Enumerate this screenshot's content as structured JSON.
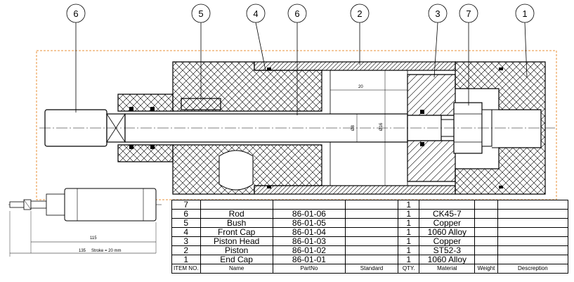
{
  "balloons": [
    "6",
    "5",
    "4",
    "6",
    "2",
    "3",
    "7",
    "1"
  ],
  "dimensions": {
    "length_main": "20",
    "dia_small": "Ø8",
    "dia_large": "Ø16",
    "small_length": "115",
    "small_total": "135",
    "stroke": "Stroke = 20 mm"
  },
  "bom": {
    "headers": [
      "ITEM NO.",
      "Name",
      "PartNo",
      "Standard",
      "QTY.",
      "Material",
      "Weight",
      "Descreption"
    ],
    "rows": [
      {
        "item": "7",
        "name": "",
        "partno": "",
        "standard": "",
        "qty": "1",
        "material": "",
        "weight": "",
        "desc": ""
      },
      {
        "item": "6",
        "name": "Rod",
        "partno": "86-01-06",
        "standard": "",
        "qty": "1",
        "material": "CK45-7",
        "weight": "",
        "desc": ""
      },
      {
        "item": "5",
        "name": "Bush",
        "partno": "86-01-05",
        "standard": "",
        "qty": "1",
        "material": "Copper",
        "weight": "",
        "desc": ""
      },
      {
        "item": "4",
        "name": "Front Cap",
        "partno": "86-01-04",
        "standard": "",
        "qty": "1",
        "material": "1060 Alloy",
        "weight": "",
        "desc": ""
      },
      {
        "item": "3",
        "name": "Piston Head",
        "partno": "86-01-03",
        "standard": "",
        "qty": "1",
        "material": "Copper",
        "weight": "",
        "desc": ""
      },
      {
        "item": "2",
        "name": "Piston",
        "partno": "86-01-02",
        "standard": "",
        "qty": "1",
        "material": "ST52-3",
        "weight": "",
        "desc": ""
      },
      {
        "item": "1",
        "name": "End Cap",
        "partno": "86-01-01",
        "standard": "",
        "qty": "1",
        "material": "1060 Alloy",
        "weight": "",
        "desc": ""
      }
    ]
  }
}
